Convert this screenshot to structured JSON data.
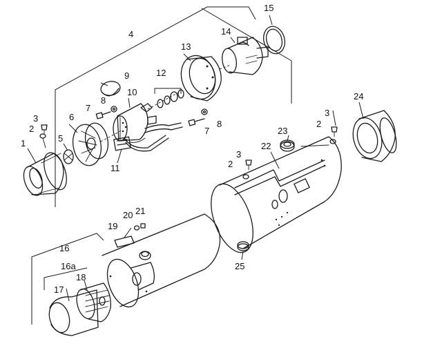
{
  "callouts": [
    {
      "id": "c1",
      "label": "1"
    },
    {
      "id": "c2a",
      "label": "2"
    },
    {
      "id": "c3a",
      "label": "3"
    },
    {
      "id": "c4",
      "label": "4"
    },
    {
      "id": "c5",
      "label": "5"
    },
    {
      "id": "c6",
      "label": "6"
    },
    {
      "id": "c7a",
      "label": "7"
    },
    {
      "id": "c8a",
      "label": "8"
    },
    {
      "id": "c9",
      "label": "9"
    },
    {
      "id": "c10",
      "label": "10"
    },
    {
      "id": "c11",
      "label": "11"
    },
    {
      "id": "c12",
      "label": "12"
    },
    {
      "id": "c13",
      "label": "13"
    },
    {
      "id": "c14",
      "label": "14"
    },
    {
      "id": "c15",
      "label": "15"
    },
    {
      "id": "c8b",
      "label": "8"
    },
    {
      "id": "c7b",
      "label": "7"
    },
    {
      "id": "c3b",
      "label": "3"
    },
    {
      "id": "c2b",
      "label": "2"
    },
    {
      "id": "c24",
      "label": "24"
    },
    {
      "id": "c23",
      "label": "23"
    },
    {
      "id": "c22",
      "label": "22"
    },
    {
      "id": "c3c",
      "label": "3"
    },
    {
      "id": "c2c",
      "label": "2"
    },
    {
      "id": "c19",
      "label": "19"
    },
    {
      "id": "c20",
      "label": "20"
    },
    {
      "id": "c21",
      "label": "21"
    },
    {
      "id": "c16",
      "label": "16"
    },
    {
      "id": "c16a",
      "label": "16a"
    },
    {
      "id": "c17",
      "label": "17"
    },
    {
      "id": "c18",
      "label": "18"
    },
    {
      "id": "c25",
      "label": "25"
    }
  ]
}
